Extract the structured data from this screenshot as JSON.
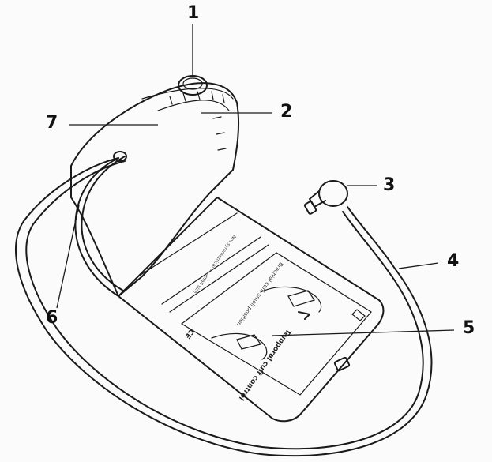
{
  "callouts": [
    {
      "id": "1",
      "label": "1"
    },
    {
      "id": "2",
      "label": "2"
    },
    {
      "id": "3",
      "label": "3"
    },
    {
      "id": "4",
      "label": "4"
    },
    {
      "id": "5",
      "label": "5"
    },
    {
      "id": "6",
      "label": "6"
    },
    {
      "id": "7",
      "label": "7"
    }
  ],
  "cuff_print": {
    "heading": "Temporal cuff control",
    "note_line": "Brachial cuff, small position",
    "fine_print": "Not symmetrical — small size",
    "ce_mark": "CE"
  }
}
